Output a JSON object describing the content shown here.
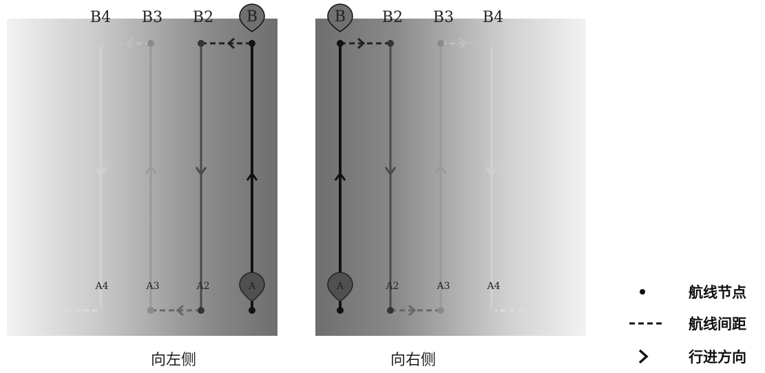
{
  "left_panel": {
    "caption": "向左侧",
    "top_labels": [
      "B4",
      "B3",
      "B2",
      "B"
    ],
    "bottom_labels": [
      "A4",
      "A3",
      "A2",
      "A"
    ]
  },
  "right_panel": {
    "caption": "向右侧",
    "top_labels": [
      "B",
      "B2",
      "B3",
      "B4"
    ],
    "bottom_labels": [
      "A",
      "A2",
      "A3",
      "A4"
    ]
  },
  "legend": {
    "node": "航线节点",
    "spacing": "航线间距",
    "direction": "行进方向"
  }
}
